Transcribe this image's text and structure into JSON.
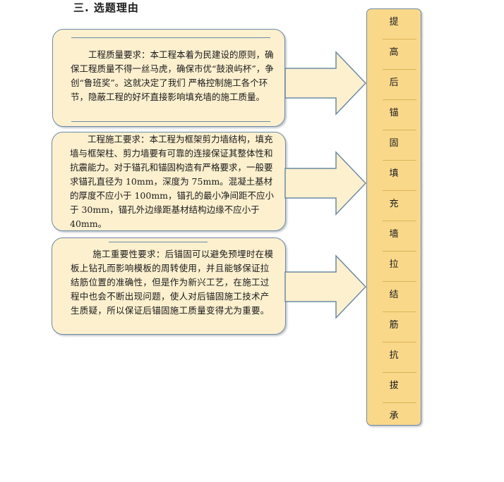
{
  "heading": "三. 选题理由",
  "boxes": [
    {
      "text": "工程质量要求：本工程本着为民建设的原则，确保工程质量不得一丝马虎，确保市优“鼓浪屿杯”，争创“鲁班奖”。这就决定了我们 严格控制施工各个环节，隐蔽工程的好坏直接影响填充墙的施工质量。"
    },
    {
      "text": "工程施工要求：本工程为框架剪力墙结构，填充墙与框架柱、剪力墙要有可靠的连接保证其整体性和抗震能力。对于锚孔和锚固构造有严格要求，一般要求锚孔直径为 10mm，深度为 75mm。混凝土基材的厚度不应小于 100mm，锚孔的最小净间距不应小于 30mm，锚孔外边缘距基材结构边缘不应小于 40mm。"
    },
    {
      "text": "施工重要性要求：后锚固可以避免预埋时在模板上钻孔而影响模板的周转使用，并且能够保证拉结筋位置的准确性，但是作为新兴工艺，在施工过程中也会不断出现问题，使人对后锚固施工技术产生质疑，所以保证后锚固施工质量变得尤为重要。"
    }
  ],
  "banner": {
    "chars": [
      "提",
      "高",
      "后",
      "锚",
      "固",
      "填",
      "充",
      "墙",
      "拉",
      "结",
      "筋",
      "抗",
      "拔",
      "承"
    ]
  },
  "colors": {
    "box_fill": "#fdf0cf",
    "banner_fill": "#fad88a",
    "border": "#6d8aa4",
    "arrow_fill": "#fdf0cf"
  }
}
